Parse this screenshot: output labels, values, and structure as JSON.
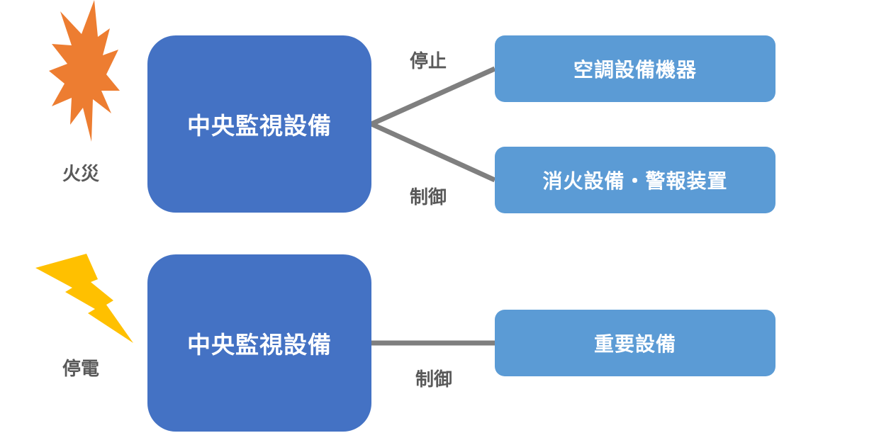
{
  "fire_section": {
    "event_label": "火災",
    "central_label": "中央監視設備",
    "stop_label": "停止",
    "control_label": "制御",
    "targets": [
      "空調設備機器",
      "消火設備・警報装置"
    ]
  },
  "power_section": {
    "event_label": "停電",
    "central_label": "中央監視設備",
    "control_label": "制御",
    "targets": [
      "重要設備"
    ]
  },
  "colors": {
    "central_box": "#4472c4",
    "target_box": "#5b9bd5",
    "connector": "#7f7f7f",
    "fire_icon": "#ed7d31",
    "lightning_icon": "#ffc000",
    "label_text": "#595959"
  },
  "icons": {
    "fire": "explosion-icon",
    "power": "lightning-bolt-icon"
  }
}
